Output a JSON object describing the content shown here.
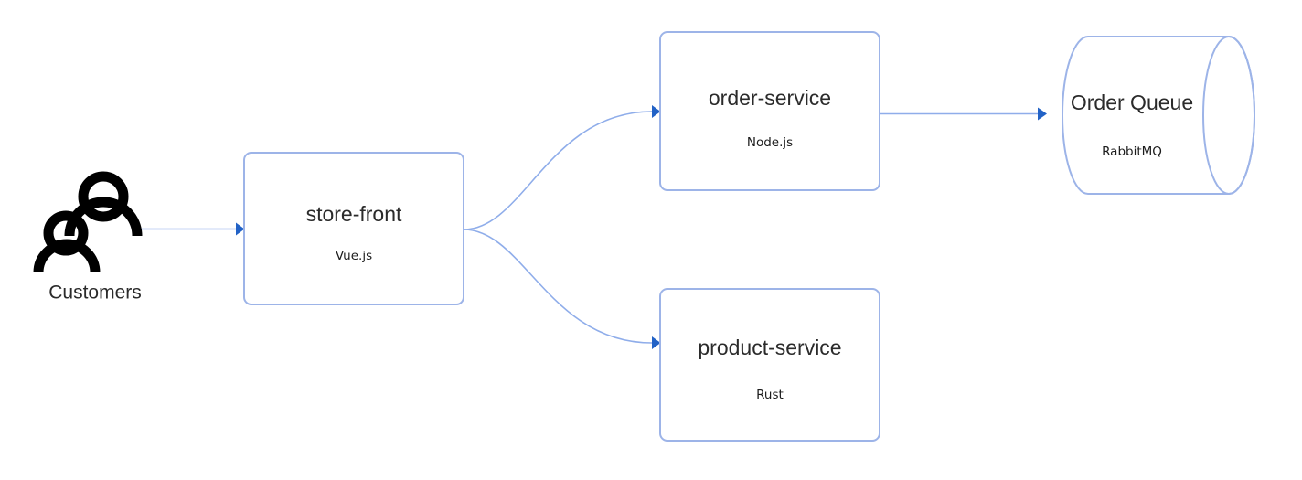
{
  "diagram": {
    "type": "architecture-flow-diagram",
    "background_color": "#ffffff",
    "palette": {
      "node_border": "#9db4e8",
      "node_fill": "#ffffff",
      "edge_line": "#8fadea",
      "arrow_head": "#2262c6",
      "text": "#2b2b2b",
      "actor_glyph": "#000000"
    },
    "actor": {
      "name": "customers-actor",
      "icon": "two-people-icon",
      "label": "Customers"
    },
    "nodes": [
      {
        "id": "store-front",
        "shape": "rounded-rectangle",
        "title": "store-front",
        "subtitle": "Vue.js"
      },
      {
        "id": "order-service",
        "shape": "rounded-rectangle",
        "title": "order-service",
        "subtitle": "Node.js"
      },
      {
        "id": "product-service",
        "shape": "rounded-rectangle",
        "title": "product-service",
        "subtitle": "Rust"
      },
      {
        "id": "order-queue",
        "shape": "cylinder",
        "title": "Order Queue",
        "subtitle": "RabbitMQ"
      }
    ],
    "edges": [
      {
        "id": "customers-to-store-front",
        "from": "Customers",
        "to": "store-front",
        "style": "straight-arrow"
      },
      {
        "id": "store-front-to-order-service",
        "from": "store-front",
        "to": "order-service",
        "style": "curved-arrow"
      },
      {
        "id": "store-front-to-product-service",
        "from": "store-front",
        "to": "product-service",
        "style": "curved-arrow"
      },
      {
        "id": "order-service-to-order-queue",
        "from": "order-service",
        "to": "Order Queue",
        "style": "straight-arrow"
      }
    ]
  }
}
